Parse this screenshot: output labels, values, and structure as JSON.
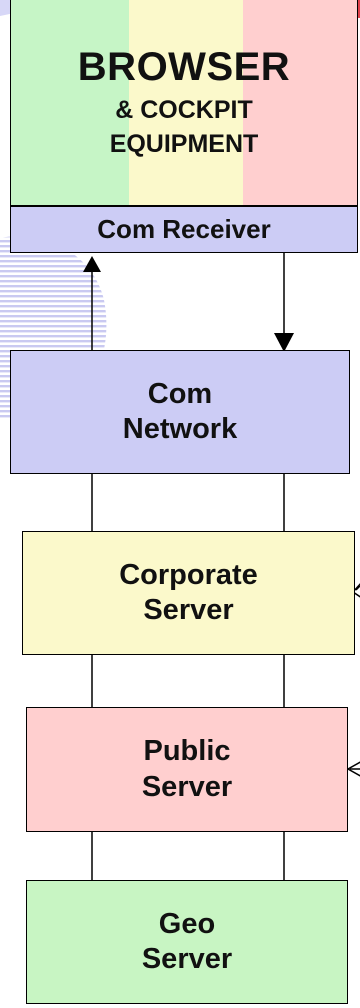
{
  "colors": {
    "green": "#c6f5c6",
    "yellow": "#fbf9cb",
    "pink": "#ffcfcf",
    "lavender": "#ccccf5",
    "geo_green": "#c8f5c3",
    "decor_stripe": "#c9c9f1",
    "decor_red": "#e0404a",
    "line": "#000000"
  },
  "header_box": {
    "title": "BROWSER",
    "subtitle_line1": "& COCKPIT",
    "subtitle_line2": "EQUIPMENT",
    "receiver_label": "Com Receiver"
  },
  "nodes": [
    {
      "id": "com-network",
      "line1": "Com",
      "line2": "Network"
    },
    {
      "id": "corporate-server",
      "line1": "Corporate",
      "line2": "Server"
    },
    {
      "id": "public-server",
      "line1": "Public",
      "line2": "Server"
    },
    {
      "id": "geo-server",
      "line1": "Geo",
      "line2": "Server"
    }
  ]
}
